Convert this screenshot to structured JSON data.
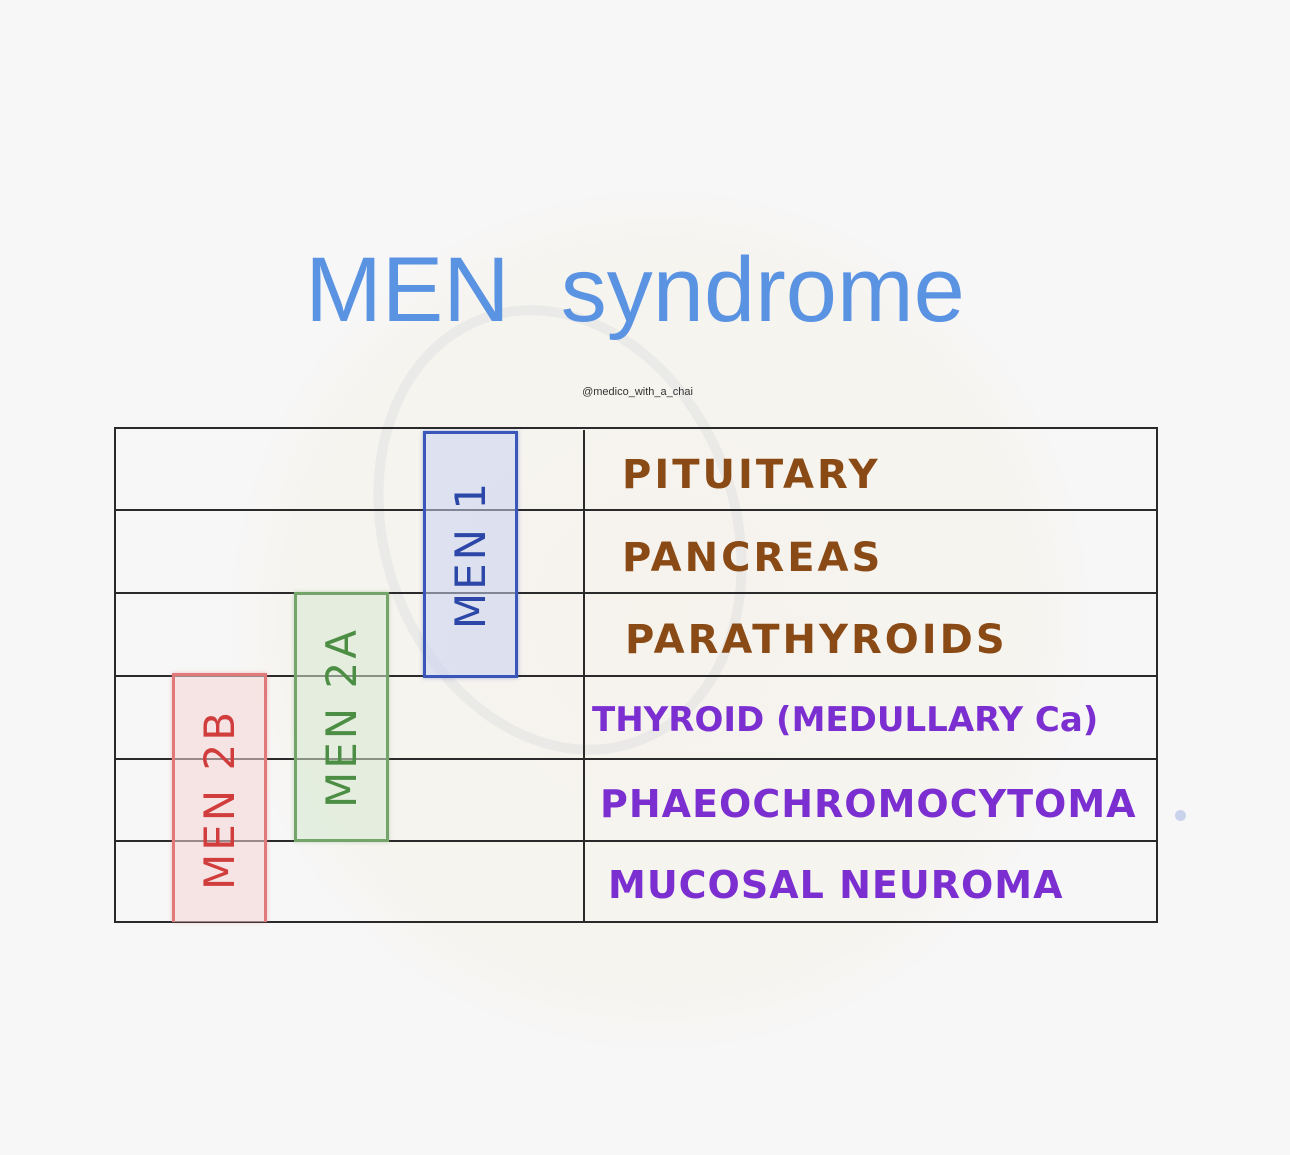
{
  "title": "MEN  syndrome",
  "credit": "@medico_with_a_chai",
  "groups": {
    "men1": "MEN 1",
    "men2a": "MEN 2A",
    "men2b": "MEN 2B"
  },
  "rows": [
    "PITUITARY",
    "PANCREAS",
    "PARATHYROIDS",
    "THYROID (MEDULLARY Ca)",
    "PHAEOCHROMOCYTOMA",
    "MUCOSAL  NEUROMA"
  ],
  "colors": {
    "title": "#5b93e3",
    "men1": "#2c47a8",
    "men2a": "#4d8e45",
    "men2b": "#d13d3d",
    "men1_organs": "#8a4a16",
    "men2_organs": "#7b2fd0"
  }
}
